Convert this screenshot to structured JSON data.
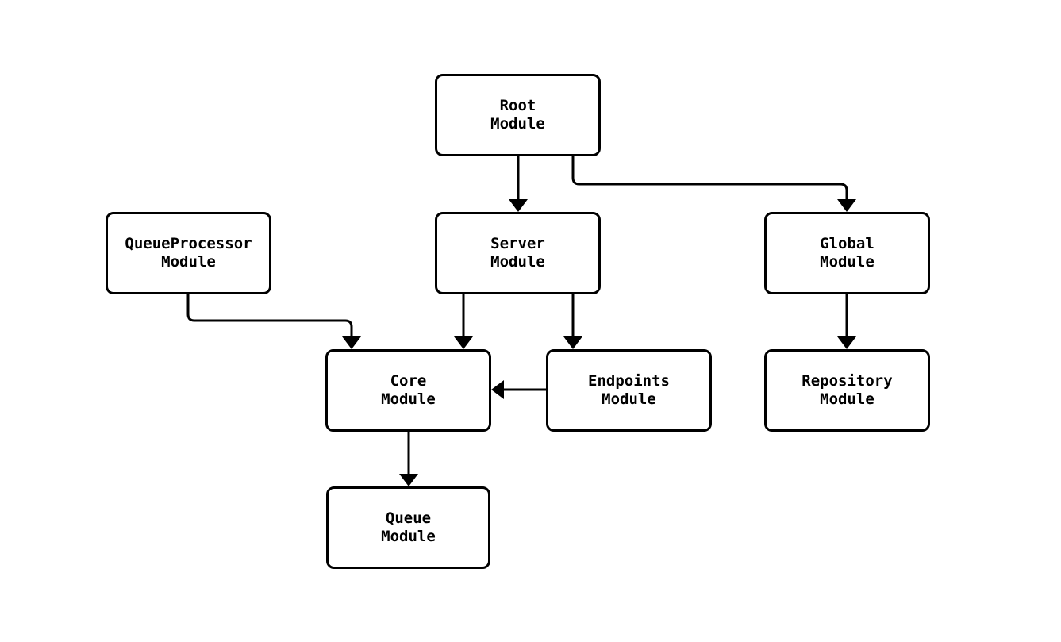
{
  "diagram": {
    "type": "flowchart",
    "colors": {
      "background": "#ffffff",
      "node_fill": "#ffffff",
      "node_border": "#000000",
      "edge": "#000000",
      "text": "#000000"
    },
    "nodes": {
      "root": {
        "label": "Root\nModule"
      },
      "queueprocessor": {
        "label": "QueueProcessor\nModule"
      },
      "server": {
        "label": "Server\nModule"
      },
      "global": {
        "label": "Global\nModule"
      },
      "core": {
        "label": "Core\nModule"
      },
      "endpoints": {
        "label": "Endpoints\nModule"
      },
      "repository": {
        "label": "Repository\nModule"
      },
      "queue": {
        "label": "Queue\nModule"
      }
    },
    "edges": [
      {
        "from": "root",
        "to": "server"
      },
      {
        "from": "root",
        "to": "global"
      },
      {
        "from": "queueprocessor",
        "to": "core"
      },
      {
        "from": "server",
        "to": "core"
      },
      {
        "from": "server",
        "to": "endpoints"
      },
      {
        "from": "endpoints",
        "to": "core"
      },
      {
        "from": "global",
        "to": "repository"
      },
      {
        "from": "core",
        "to": "queue"
      }
    ]
  }
}
